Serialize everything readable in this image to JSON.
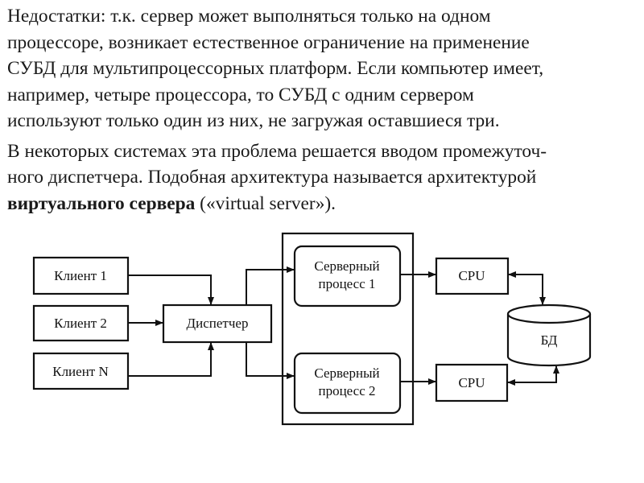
{
  "paragraphs": [
    {
      "lines": [
        "Недостатки: т.к. сервер может выполняться только на одном",
        "процессоре, возникает естественное ограничение на применение",
        "СУБД для мультипроцессорных платформ. Если компьютер имеет,",
        "например, четыре процессора, то СУБД с одним сервером",
        "используют только один из них, не загружая оставшиеся три."
      ]
    },
    {
      "lines": [
        "В некоторых системах эта проблема решается вводом промежуточ-",
        "ного диспетчера. Подобная архитектура называется архитектурой"
      ],
      "last_line": {
        "bold": "виртуального сервера",
        "rest": " («virtual server»)."
      }
    }
  ],
  "diagram": {
    "clients": [
      "Клиент 1",
      "Клиент 2",
      "Клиент N"
    ],
    "dispatcher": "Диспетчер",
    "server_processes": [
      {
        "line1": "Серверный",
        "line2": "процесс 1"
      },
      {
        "line1": "Серверный",
        "line2": "процесс 2"
      }
    ],
    "cpus": [
      "CPU",
      "CPU"
    ],
    "database": "БД"
  }
}
